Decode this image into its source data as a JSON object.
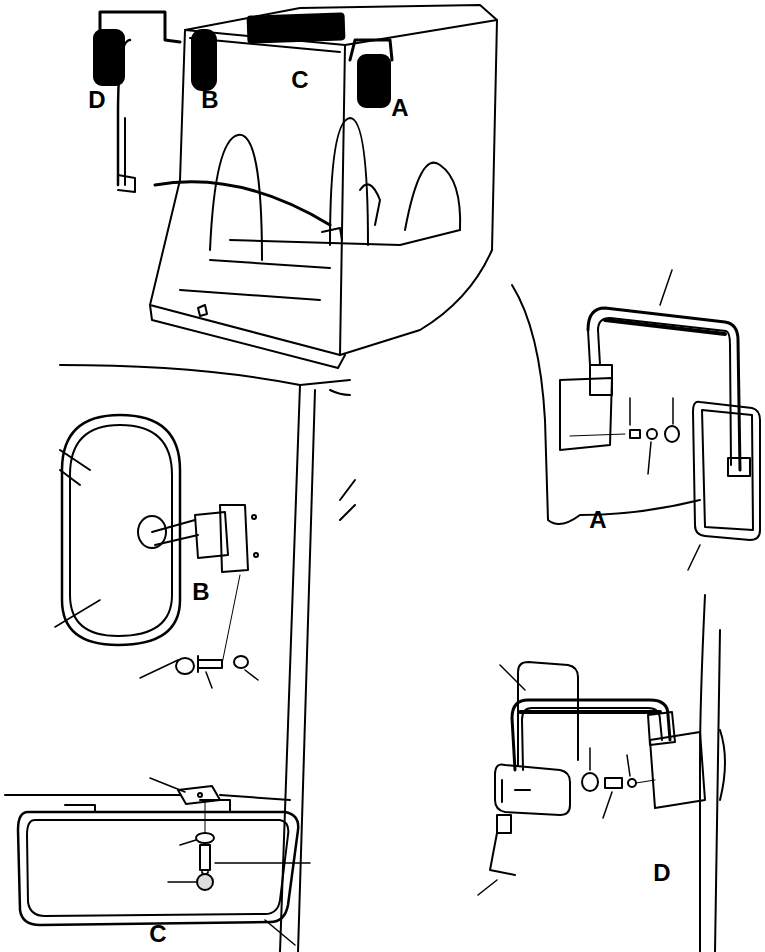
{
  "diagram": {
    "labels": [
      "D",
      "B",
      "C",
      "A",
      "A",
      "B",
      "D",
      "C"
    ]
  }
}
